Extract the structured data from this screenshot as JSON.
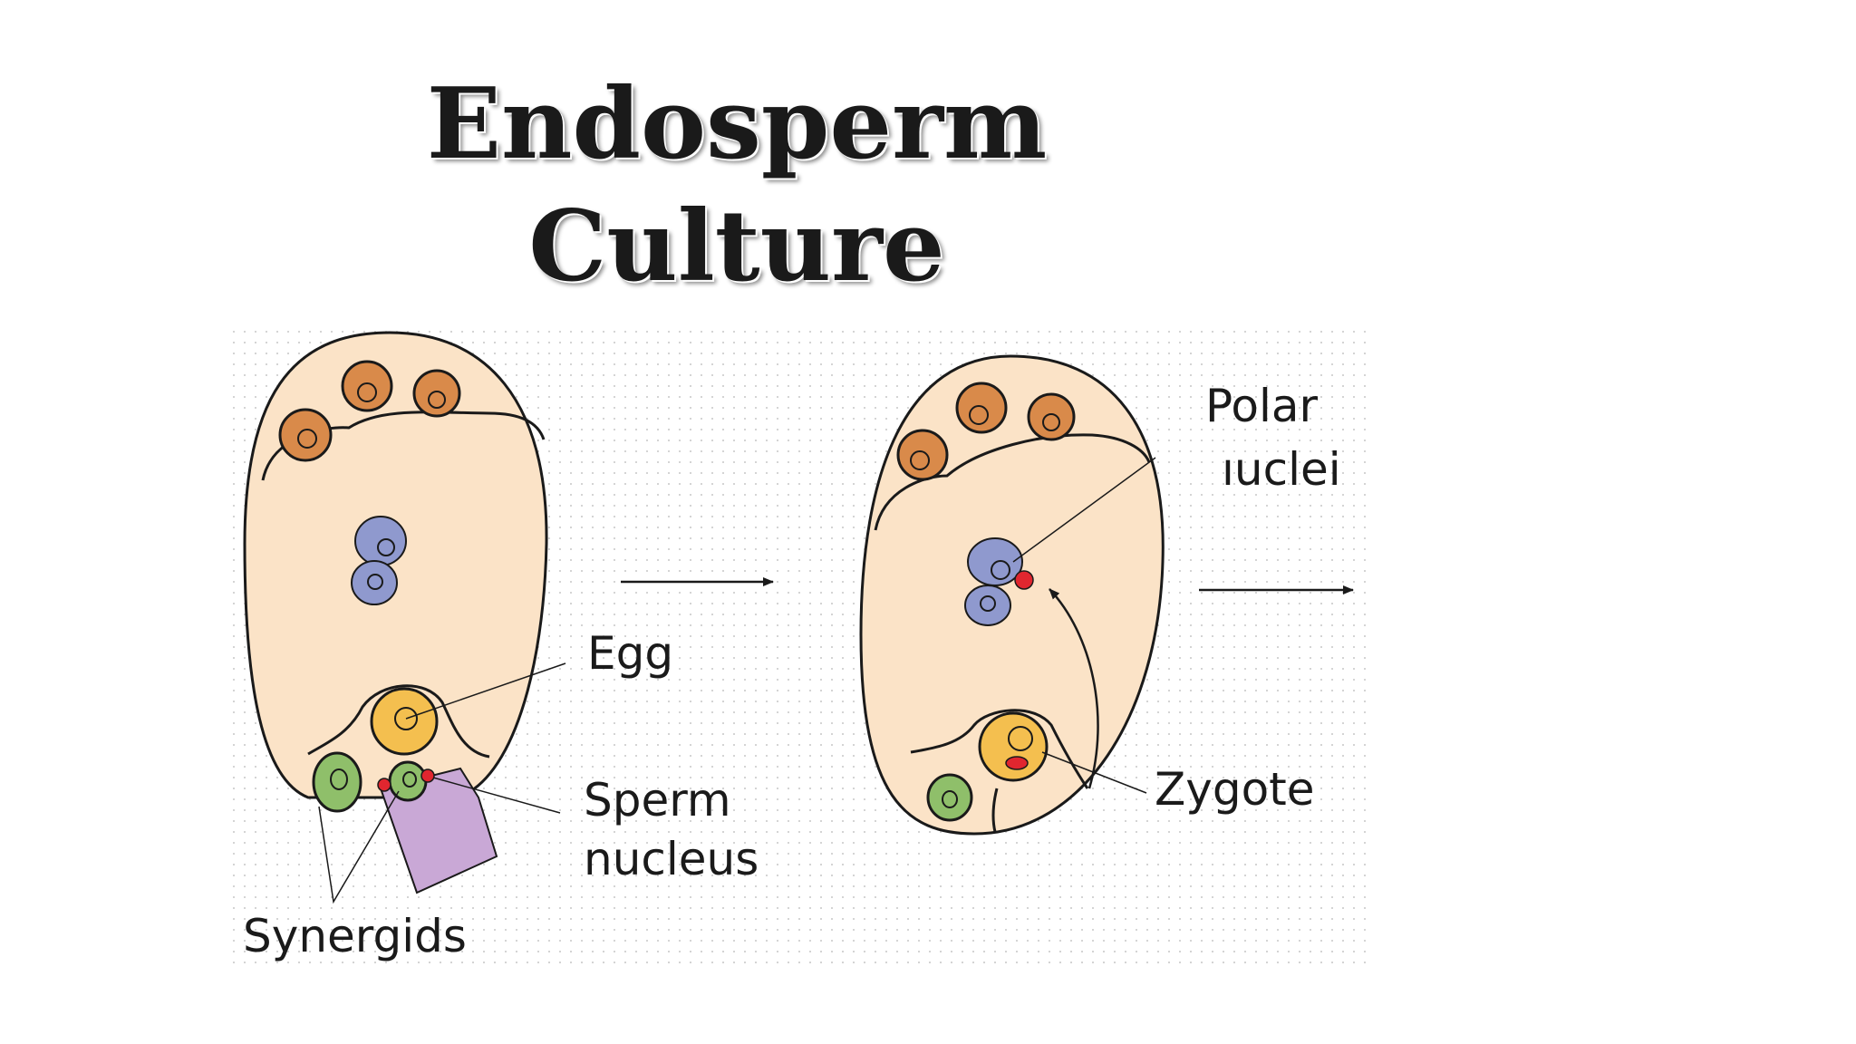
{
  "title": {
    "line1": "Endosperm",
    "line2": "Culture"
  },
  "labels": {
    "polar_line1": "Polar",
    "polar_line2": "ıuclei",
    "egg": "Egg",
    "sperm_line1": "Sperm",
    "sperm_line2": "nucleus",
    "zygote": "Zygote",
    "synergids": "Synergids"
  },
  "colors": {
    "embryo_sac_fill": "#fbe3c7",
    "antipodal_fill": "#d98a4a",
    "polar_nuclei_fill": "#8f99ce",
    "egg_fill": "#f4bf4f",
    "synergid_fill": "#8fbf6a",
    "sperm_fill": "#e0262f",
    "pollen_tube_fill": "#c9a8d6",
    "outline": "#1a1a1a"
  }
}
